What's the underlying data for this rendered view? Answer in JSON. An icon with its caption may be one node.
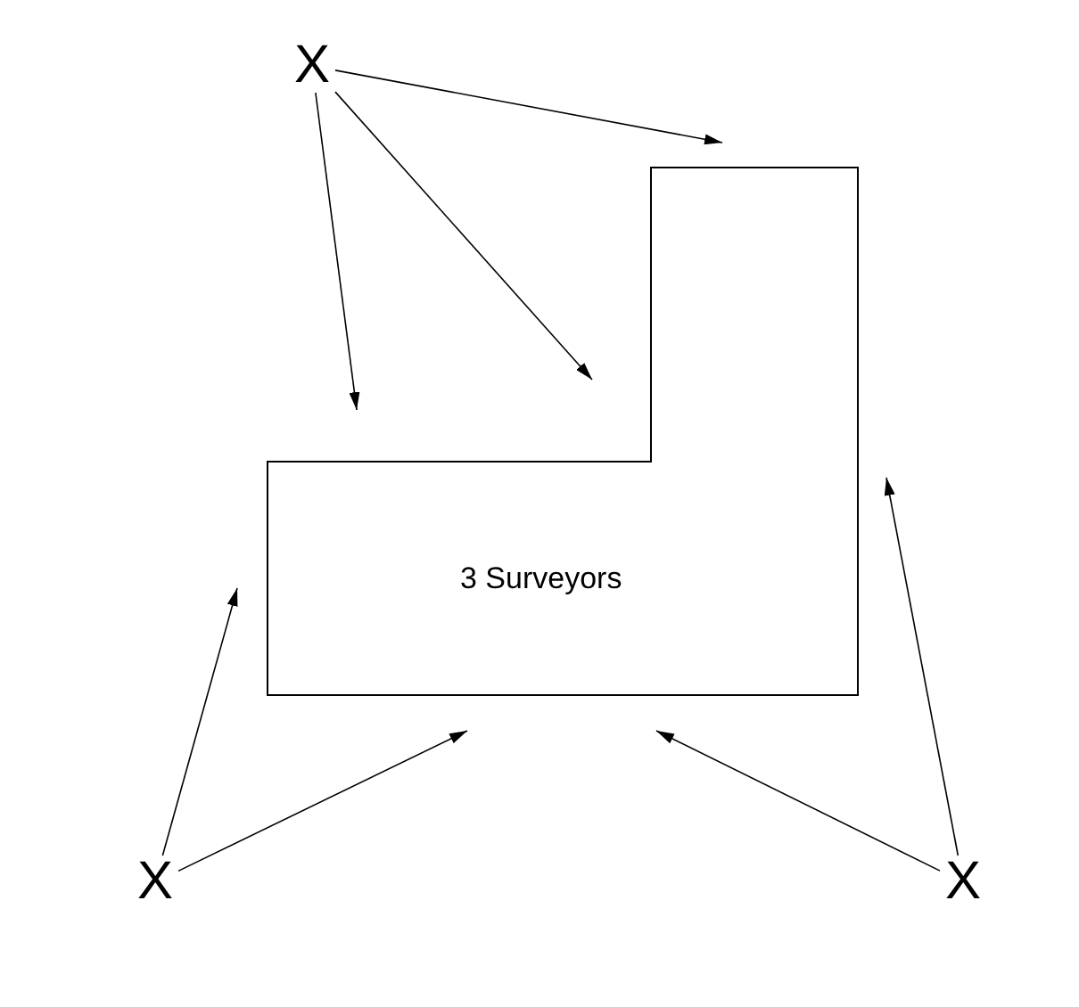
{
  "diagram": {
    "nodes": [
      {
        "text": [
          "X"
        ]
      },
      {
        "text": [
          "3 Surveyors"
        ]
      },
      {
        "text": [
          "X"
        ]
      },
      {
        "text": [
          "X"
        ]
      }
    ],
    "edges": [
      {
        "from": 0,
        "to": 1,
        "arrow": "to"
      },
      {
        "from": 0,
        "to": 1,
        "arrow": "to"
      },
      {
        "from": 0,
        "to": 1,
        "arrow": "to"
      },
      {
        "from": 2,
        "to": 1,
        "arrow": "to"
      },
      {
        "from": 2,
        "to": 1,
        "arrow": "to"
      },
      {
        "from": 3,
        "to": 1,
        "arrow": "to"
      },
      {
        "from": 3,
        "to": 1,
        "arrow": "to"
      }
    ]
  }
}
